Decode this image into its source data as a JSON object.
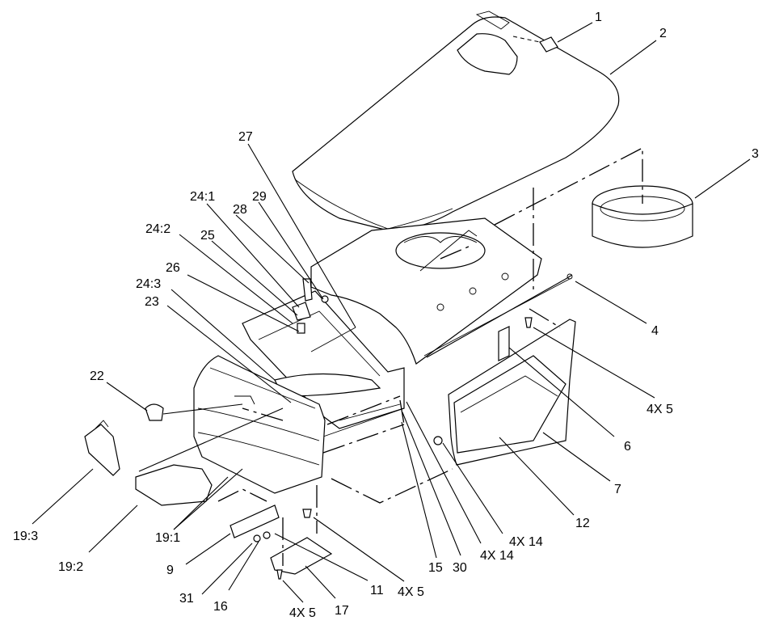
{
  "callouts": [
    {
      "id": "c1",
      "label": "1"
    },
    {
      "id": "c2",
      "label": "2"
    },
    {
      "id": "c3",
      "label": "3"
    },
    {
      "id": "c4",
      "label": "4"
    },
    {
      "id": "c4x5a",
      "label": "4X 5"
    },
    {
      "id": "c6",
      "label": "6"
    },
    {
      "id": "c7",
      "label": "7"
    },
    {
      "id": "c12",
      "label": "12"
    },
    {
      "id": "c4x14a",
      "label": "4X 14"
    },
    {
      "id": "c4x14b",
      "label": "4X 14"
    },
    {
      "id": "c30",
      "label": "30"
    },
    {
      "id": "c15",
      "label": "15"
    },
    {
      "id": "c4x5b",
      "label": "4X 5"
    },
    {
      "id": "c11",
      "label": "11"
    },
    {
      "id": "c17",
      "label": "17"
    },
    {
      "id": "c4x5c",
      "label": "4X 5"
    },
    {
      "id": "c16",
      "label": "16"
    },
    {
      "id": "c31",
      "label": "31"
    },
    {
      "id": "c9",
      "label": "9"
    },
    {
      "id": "c19_1",
      "label": "19:1"
    },
    {
      "id": "c19_2",
      "label": "19:2"
    },
    {
      "id": "c19_3",
      "label": "19:3"
    },
    {
      "id": "c22",
      "label": "22"
    },
    {
      "id": "c23",
      "label": "23"
    },
    {
      "id": "c24_3",
      "label": "24:3"
    },
    {
      "id": "c26",
      "label": "26"
    },
    {
      "id": "c24_2",
      "label": "24:2"
    },
    {
      "id": "c25",
      "label": "25"
    },
    {
      "id": "c24_1",
      "label": "24:1"
    },
    {
      "id": "c28",
      "label": "28"
    },
    {
      "id": "c29",
      "label": "29"
    },
    {
      "id": "c27",
      "label": "27"
    }
  ]
}
